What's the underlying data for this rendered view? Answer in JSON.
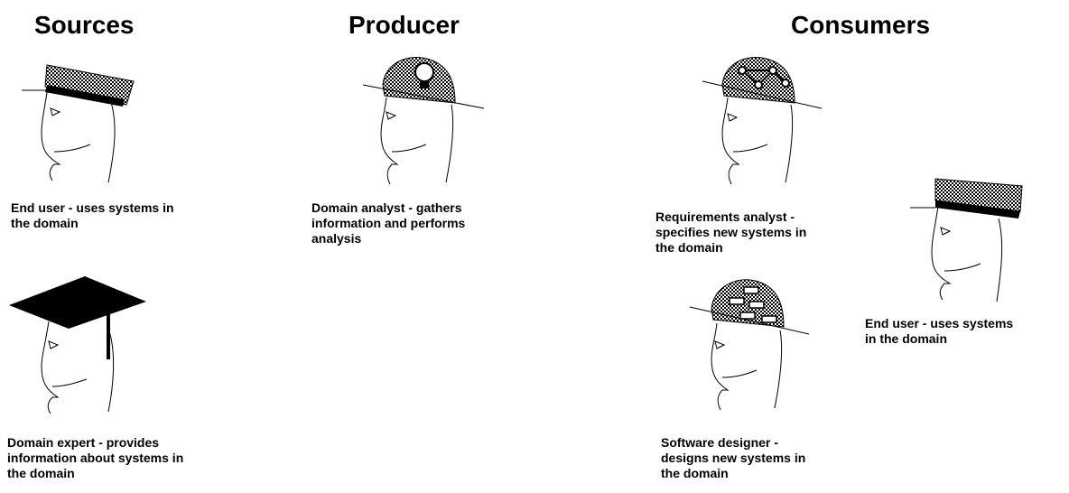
{
  "columns": {
    "sources": "Sources",
    "producer": "Producer",
    "consumers": "Consumers"
  },
  "figures": {
    "end_user_source": {
      "role": "end-user",
      "headwear": "cap",
      "caption": [
        "End user - uses systems in",
        "the domain"
      ]
    },
    "domain_expert": {
      "role": "domain-expert",
      "headwear": "mortarboard",
      "caption": [
        "Domain expert - provides",
        "information about systems in",
        "the domain"
      ]
    },
    "domain_analyst": {
      "role": "domain-analyst",
      "headwear": "lightbulb-dome",
      "caption": [
        "Domain analyst - gathers",
        "information and performs",
        "analysis"
      ]
    },
    "requirements_analyst": {
      "role": "requirements-analyst",
      "headwear": "graph-dome",
      "caption": [
        "Requirements analyst -",
        "specifies new systems in",
        "the domain"
      ]
    },
    "software_designer": {
      "role": "software-designer",
      "headwear": "blocks-dome",
      "caption": [
        "Software designer -",
        "designs new systems in",
        "the domain"
      ]
    },
    "end_user_consumer": {
      "role": "end-user",
      "headwear": "cap",
      "caption": [
        "End user - uses systems",
        "in the domain"
      ]
    }
  },
  "colors": {
    "ink": "#000000",
    "paper": "#ffffff"
  }
}
